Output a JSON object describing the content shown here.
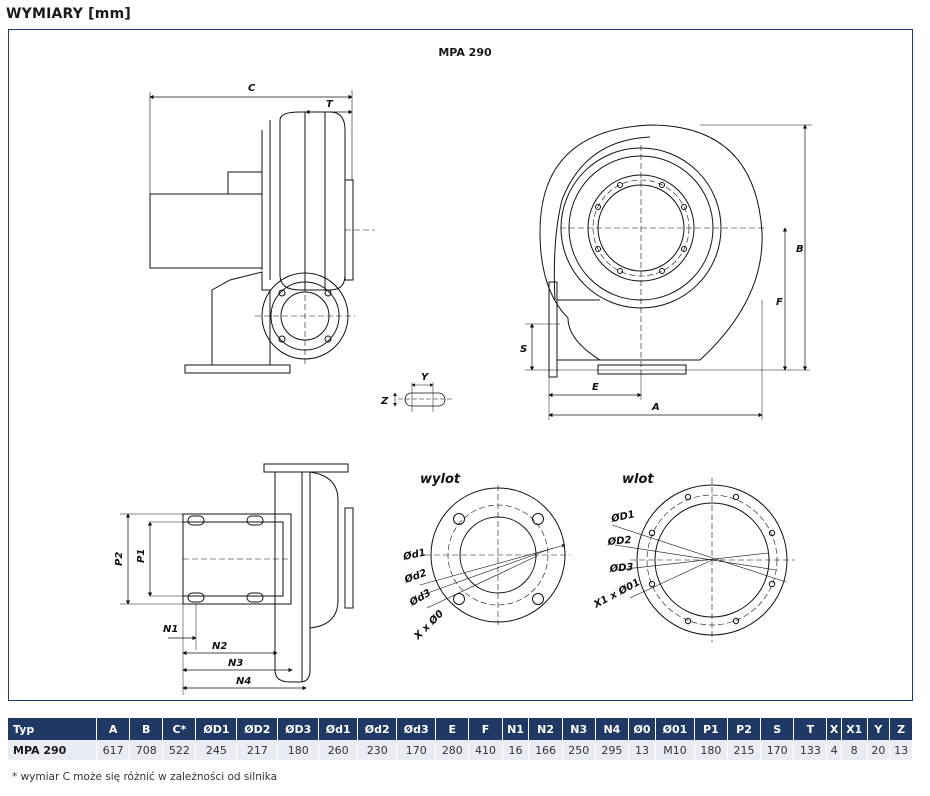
{
  "header": {
    "title": "WYMIARY [mm]"
  },
  "drawing": {
    "model_title": "MPA 290",
    "labels": {
      "C": "C",
      "T": "T",
      "Y": "Y",
      "Z": "Z",
      "S": "S",
      "E": "E",
      "A": "A",
      "B": "B",
      "F": "F",
      "P1": "P1",
      "P2": "P2",
      "N1": "N1",
      "N2": "N2",
      "N3": "N3",
      "N4": "N4",
      "wylot": "wylot",
      "wlot": "wlot",
      "od1": "Ød1",
      "od2": "Ød2",
      "od3": "Ød3",
      "xo0": "X x Ø0",
      "oD1": "ØD1",
      "oD2": "ØD2",
      "oD3": "ØD3",
      "x1o01": "X1 x Ø01"
    }
  },
  "table": {
    "headers": [
      "Typ",
      "A",
      "B",
      "C*",
      "ØD1",
      "ØD2",
      "ØD3",
      "Ød1",
      "Ød2",
      "Ød3",
      "E",
      "F",
      "N1",
      "N2",
      "N3",
      "N4",
      "Ø0",
      "Ø01",
      "P1",
      "P2",
      "S",
      "T",
      "X",
      "X1",
      "Y",
      "Z"
    ],
    "rows": [
      [
        "MPA 290",
        "617",
        "708",
        "522",
        "245",
        "217",
        "180",
        "260",
        "230",
        "170",
        "280",
        "410",
        "16",
        "166",
        "250",
        "295",
        "13",
        "M10",
        "180",
        "215",
        "170",
        "133",
        "4",
        "8",
        "20",
        "13"
      ]
    ]
  },
  "footnote": "* wymiar C może się różnić w zależności od silnika",
  "colors": {
    "frame": "#1e3c6e",
    "table_header": "#1f3864",
    "table_row": "#e9ecf2"
  }
}
